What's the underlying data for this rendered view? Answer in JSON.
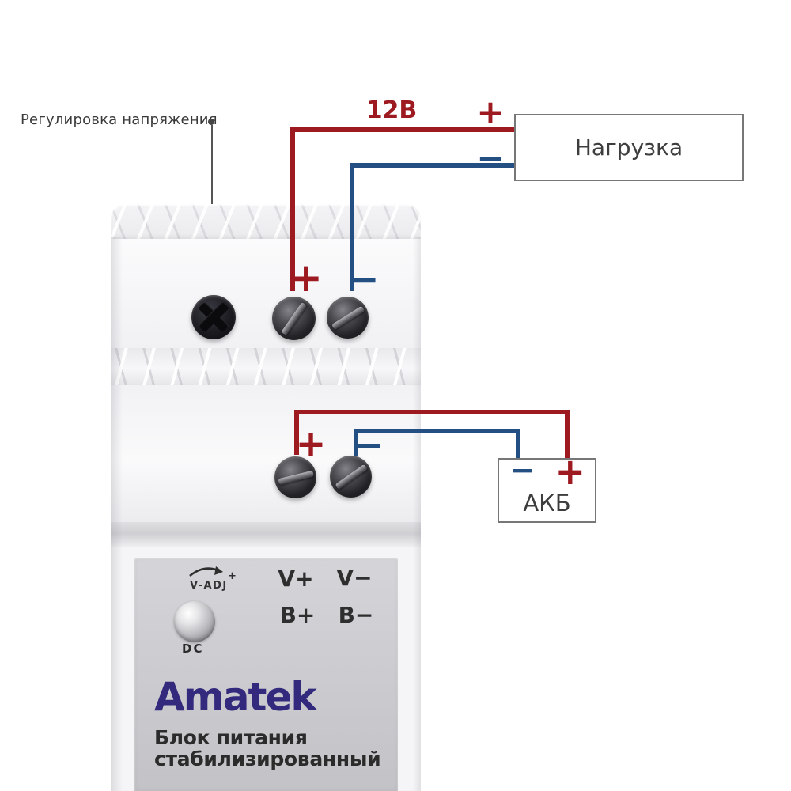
{
  "callout": {
    "label": "Регулировка напряжения"
  },
  "load_circuit": {
    "voltage": "12В",
    "plus": "+",
    "minus": "−",
    "load_label": "Нагрузка"
  },
  "output_terminals": {
    "plus": "+",
    "minus": "−"
  },
  "battery_circuit": {
    "wire_plus": "+",
    "wire_minus": "−",
    "box_minus": "−",
    "box_plus": "+",
    "battery_label": "АКБ"
  },
  "panel": {
    "vadj_label": "V-ADJ",
    "vadj_plus": "+",
    "dc_label": "DC",
    "v_plus": "V+",
    "v_minus": "V−",
    "b_plus": "B+",
    "b_minus": "B−",
    "brand": "Amatek",
    "product_line1": "Блок питания",
    "product_line2": "стабилизированный"
  },
  "colors": {
    "wire_positive": "#9c1a20",
    "wire_negative": "#234f83",
    "brand_logo": "#332a7d",
    "box_border": "#777777",
    "annotation_text": "#3a3a3a",
    "panel_gray": "#c9c9cd"
  }
}
